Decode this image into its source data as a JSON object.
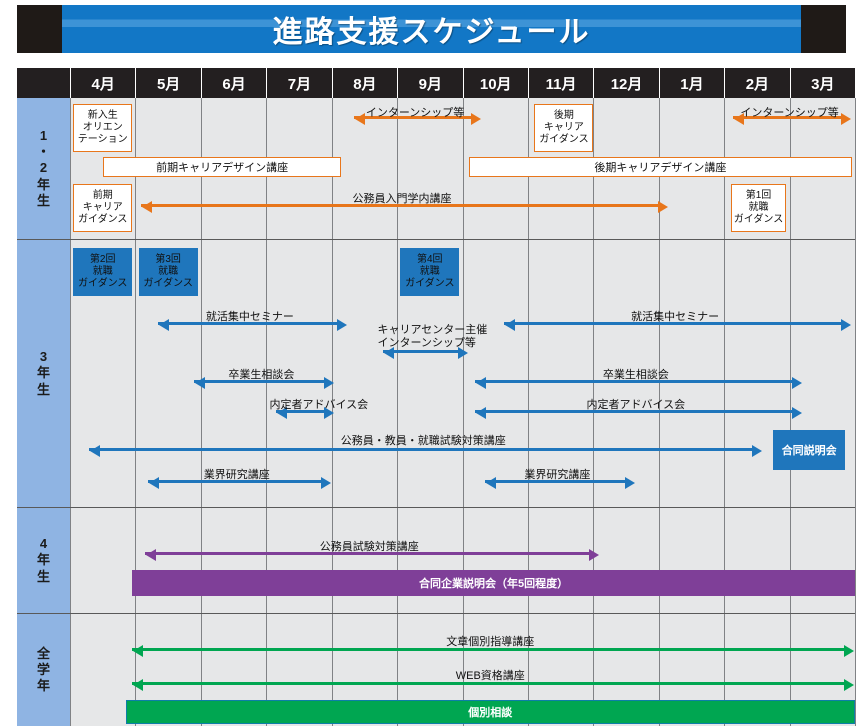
{
  "title": "進路支援スケジュール",
  "colors": {
    "title_bg": "#1277c6",
    "header_bg": "#231f20",
    "row_label_bg": "#8fb4e3",
    "grid_bg": "#e6e7e8",
    "orange": "#E8761B",
    "blue": "#1F76BC",
    "purple": "#7F3F98",
    "green": "#00A651"
  },
  "months": [
    "4月",
    "5月",
    "6月",
    "7月",
    "8月",
    "9月",
    "10月",
    "11月",
    "12月",
    "1月",
    "2月",
    "3月"
  ],
  "rows": [
    {
      "id": "y12",
      "label": "1・2年生"
    },
    {
      "id": "y3",
      "label": "3年生"
    },
    {
      "id": "y4",
      "label": "4年生"
    },
    {
      "id": "all",
      "label": "全学年"
    }
  ],
  "items": {
    "y12": [
      {
        "name": "新入生オリエンテーション",
        "text": "新入生\nオリエン\nテーション",
        "kind": "box",
        "color": "orange"
      },
      {
        "name": "インターンシップ等 (夏)",
        "text": "インターンシップ等",
        "kind": "arrow",
        "color": "orange",
        "dir": "both"
      },
      {
        "name": "後期キャリアガイダンス",
        "text": "後期\nキャリア\nガイダンス",
        "kind": "box",
        "color": "orange"
      },
      {
        "name": "インターンシップ等 (春)",
        "text": "インターンシップ等",
        "kind": "arrow",
        "color": "orange",
        "dir": "both"
      },
      {
        "name": "前期キャリアデザイン講座",
        "text": "前期キャリアデザイン講座",
        "kind": "band",
        "color": "orange"
      },
      {
        "name": "後期キャリアデザイン講座",
        "text": "後期キャリアデザイン講座",
        "kind": "band",
        "color": "orange"
      },
      {
        "name": "前期キャリアガイダンス",
        "text": "前期\nキャリア\nガイダンス",
        "kind": "box",
        "color": "orange"
      },
      {
        "name": "公務員入門学内講座",
        "text": "公務員入門学内講座",
        "kind": "arrow",
        "color": "orange",
        "dir": "both"
      },
      {
        "name": "第1回就職ガイダンス",
        "text": "第1回\n就職\nガイダンス",
        "kind": "box",
        "color": "orange"
      }
    ],
    "y3": [
      {
        "name": "第2回就職ガイダンス",
        "text": "第2回\n就職\nガイダンス",
        "kind": "box",
        "color": "blue"
      },
      {
        "name": "第3回就職ガイダンス",
        "text": "第3回\n就職\nガイダンス",
        "kind": "box",
        "color": "blue"
      },
      {
        "name": "第4回就職ガイダンス",
        "text": "第4回\n就職\nガイダンス",
        "kind": "box",
        "color": "blue"
      },
      {
        "name": "就活集中セミナー (前期)",
        "text": "就活集中セミナー",
        "kind": "arrow",
        "color": "blue",
        "dir": "both"
      },
      {
        "name": "キャリアセンター主催インターンシップ等",
        "text": "キャリアセンター主催\nインターンシップ等",
        "kind": "arrow",
        "color": "blue",
        "dir": "both"
      },
      {
        "name": "就活集中セミナー (後期)",
        "text": "就活集中セミナー",
        "kind": "arrow",
        "color": "blue",
        "dir": "both"
      },
      {
        "name": "卒業生相談会 (前期)",
        "text": "卒業生相談会",
        "kind": "arrow",
        "color": "blue",
        "dir": "both"
      },
      {
        "name": "卒業生相談会 (後期)",
        "text": "卒業生相談会",
        "kind": "arrow",
        "color": "blue",
        "dir": "both"
      },
      {
        "name": "内定者アドバイス会 (前期)",
        "text": "内定者アドバイス会",
        "kind": "arrow",
        "color": "blue",
        "dir": "both"
      },
      {
        "name": "内定者アドバイス会 (後期)",
        "text": "内定者アドバイス会",
        "kind": "arrow",
        "color": "blue",
        "dir": "both"
      },
      {
        "name": "公務員・教員・就職試験対策講座",
        "text": "公務員・教員・就職試験対策講座",
        "kind": "arrow",
        "color": "blue",
        "dir": "both"
      },
      {
        "name": "合同説明会",
        "text": "合同説明会",
        "kind": "solid",
        "color": "blue"
      },
      {
        "name": "業界研究講座 (前期)",
        "text": "業界研究講座",
        "kind": "arrow",
        "color": "blue",
        "dir": "both"
      },
      {
        "name": "業界研究講座 (後期)",
        "text": "業界研究講座",
        "kind": "arrow",
        "color": "blue",
        "dir": "both"
      }
    ],
    "y4": [
      {
        "name": "公務員試験対策講座",
        "text": "公務員試験対策講座",
        "kind": "arrow",
        "color": "purple",
        "dir": "both"
      },
      {
        "name": "合同企業説明会（年5回程度）",
        "text": "合同企業説明会（年5回程度）",
        "kind": "solid",
        "color": "purple"
      }
    ],
    "all": [
      {
        "name": "文章個別指導講座",
        "text": "文章個別指導講座",
        "kind": "arrow",
        "color": "green",
        "dir": "both"
      },
      {
        "name": "WEB資格講座",
        "text": "WEB資格講座",
        "kind": "arrow",
        "color": "green",
        "dir": "both"
      },
      {
        "name": "個別相談",
        "text": "個別相談",
        "kind": "solid",
        "color": "green"
      }
    ]
  }
}
